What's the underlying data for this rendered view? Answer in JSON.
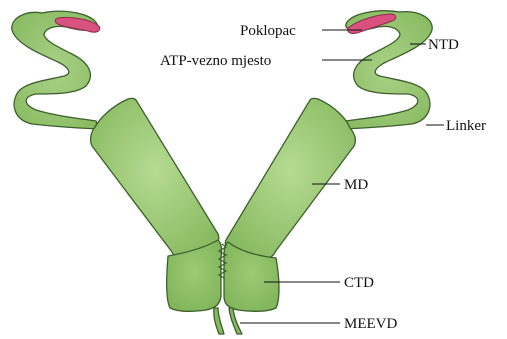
{
  "labels": {
    "lid": "Poklopac",
    "atp_site": "ATP-vezno mjesto",
    "ntd": "NTD",
    "linker": "Linker",
    "md": "MD",
    "ctd": "CTD",
    "meevd": "MEEVD"
  },
  "colors": {
    "domain_fill": "#8dbf67",
    "domain_highlight": "#b6db92",
    "outline": "#3c5f2c",
    "lid_fill": "#d9517e"
  }
}
